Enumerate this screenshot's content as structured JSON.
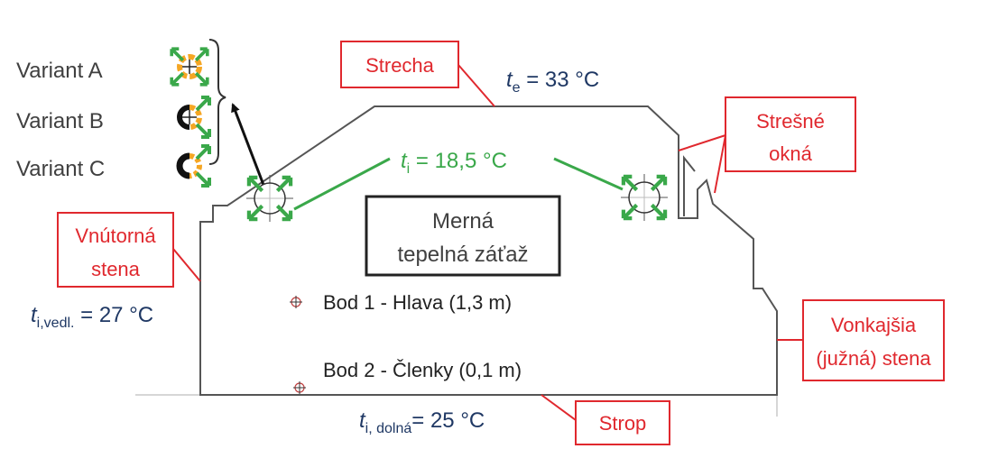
{
  "variants": {
    "a": "Variant A",
    "b": "Variant B",
    "c": "Variant C"
  },
  "labels": {
    "strecha": "Strecha",
    "stresne_line1": "Strešné",
    "stresne_line2": "okná",
    "vnutorna_line1": "Vnútorná",
    "vnutorna_line2": "stena",
    "vonkajsia_line1": "Vonkajšia",
    "vonkajsia_line2": "(južná) stena",
    "strop": "Strop"
  },
  "temperatures": {
    "te_sym": "t",
    "te_sub": "e",
    "te_val": " = 33 °C",
    "ti_sym": "t",
    "ti_sub": "i",
    "ti_val": " = 18,5 °C",
    "tiv_sym": "t",
    "tiv_sub": "i,vedl.",
    "tiv_val": " = 27 °C",
    "tid_sym": "t",
    "tid_sub": "i, dolná",
    "tid_val": "= 25 °C"
  },
  "center_box": {
    "line1": "Merná",
    "line2": "tepelná záťaž"
  },
  "points": {
    "p1": "Bod 1 - Hlava (1,3 m)",
    "p2": "Bod 2 - Členky (0,1 m)"
  },
  "colors": {
    "red": "#e0282e",
    "green": "#3aa84a",
    "orange": "#f5a623",
    "navy": "#1f3864"
  }
}
